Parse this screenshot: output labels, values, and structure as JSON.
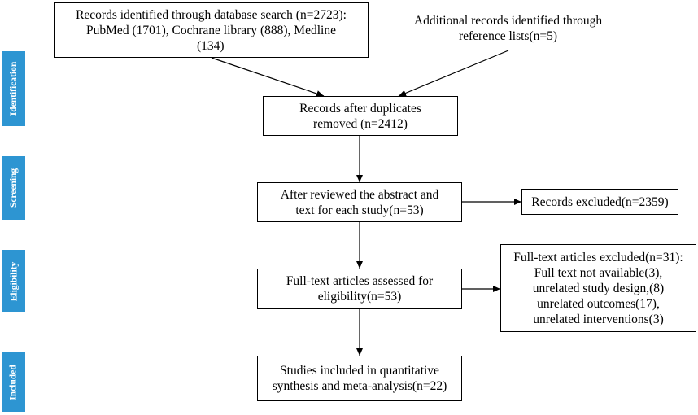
{
  "stages": [
    {
      "label": "Identification"
    },
    {
      "label": "Screening"
    },
    {
      "label": "Eligibility"
    },
    {
      "label": "Included"
    }
  ],
  "boxes": {
    "database_search": {
      "lines": [
        "Records identified through database search (n=2723):",
        "PubMed (1701), Cochrane library (888), Medline",
        "(134)"
      ]
    },
    "additional_records": {
      "lines": [
        "Additional records identified through",
        "reference lists(n=5)"
      ]
    },
    "after_duplicates": {
      "lines": [
        "Records after duplicates",
        "removed (n=2412)"
      ]
    },
    "abstract_review": {
      "lines": [
        "After reviewed the abstract and",
        "text for each study(n=53)"
      ]
    },
    "records_excluded": {
      "lines": [
        "Records excluded(n=2359)"
      ]
    },
    "full_text_assessed": {
      "lines": [
        "Full-text articles assessed for",
        "eligibility(n=53)"
      ]
    },
    "full_text_excluded": {
      "lines": [
        "Full-text articles excluded(n=31):",
        "Full text not available(3),",
        "unrelated study design,(8)",
        "unrelated outcomes(17),",
        "unrelated interventions(3)"
      ]
    },
    "included": {
      "lines": [
        "Studies included in quantitative",
        "synthesis and meta-analysis(n=22)"
      ]
    }
  },
  "colors": {
    "stage_fill": "#2d95d2",
    "stage_text": "#ffffff",
    "box_border": "#000000",
    "arrow": "#000000"
  }
}
